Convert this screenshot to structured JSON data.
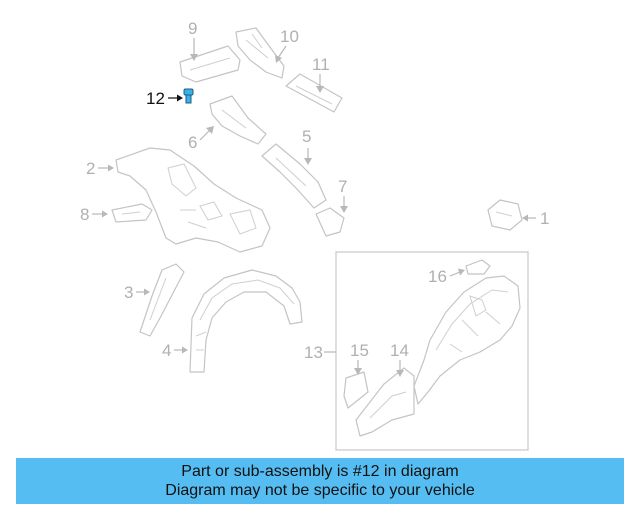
{
  "callouts": {
    "c1": "1",
    "c2": "2",
    "c3": "3",
    "c4": "4",
    "c5": "5",
    "c6": "6",
    "c7": "7",
    "c8": "8",
    "c9": "9",
    "c10": "10",
    "c11": "11",
    "c12": "12",
    "c13": "13",
    "c14": "14",
    "c15": "15",
    "c16": "16"
  },
  "highlighted_part": "12",
  "colors": {
    "banner": "#56bdf2",
    "highlight_part": "#3ab0e8",
    "line": "#c4c4c4"
  },
  "banner": {
    "line1": "Part or sub-assembly is #12 in diagram",
    "line2": "Diagram may not be specific to your vehicle"
  }
}
